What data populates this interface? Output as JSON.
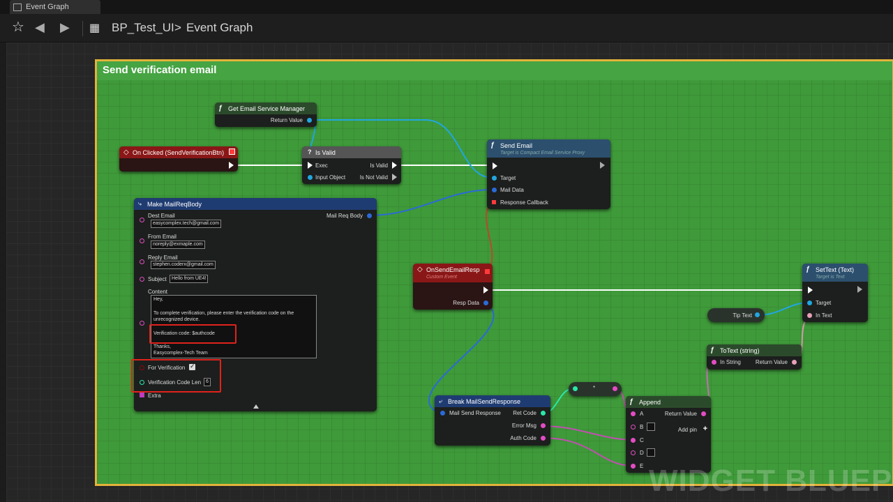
{
  "tab": {
    "label": "Event Graph"
  },
  "breadcrumb": {
    "blueprint": "BP_Test_UI",
    "separator": ">",
    "graph": "Event Graph"
  },
  "comment": {
    "title": "Send verification email"
  },
  "nodes": {
    "get_email_service": {
      "title": "Get Email Service Manager",
      "return_value": "Return Value"
    },
    "on_clicked": {
      "title": "On Clicked (SendVerificationBtn)"
    },
    "is_valid": {
      "title": "Is Valid",
      "exec": "Exec",
      "input_object": "Input Object",
      "is_valid": "Is Valid",
      "is_not_valid": "Is Not Valid"
    },
    "send_email": {
      "title": "Send Email",
      "subtitle": "Target is Compact Email Service Proxy",
      "target": "Target",
      "mail_data": "Mail Data",
      "response_callback": "Response Callback"
    },
    "make_mail": {
      "title": "Make MailReqBody",
      "output": "Mail Req Body",
      "dest_label": "Dest Email",
      "dest_value": "easycomplex.tech@gmail.com",
      "from_label": "From Email",
      "from_value": "noreply@exmaple.com",
      "reply_label": "Reply Email",
      "reply_value": "stephen.coderx@gmail.com",
      "subject_label": "Subject",
      "subject_value": "Hello from UE4!",
      "content_label": "Content",
      "content_line1": "Hey,",
      "content_line2": "To complete verification, please enter the verification code on the",
      "content_line3": "unrecognized device.",
      "content_line4": "Verification code: $authcode",
      "content_line5": "Thanks,",
      "content_line6": "Easycomplex-Tech Team",
      "for_verification": "For Verification",
      "code_len_label": "Verification Code Len",
      "code_len_value": "6",
      "extra": "Extra"
    },
    "on_send_resp": {
      "title": "OnSendEmailResp",
      "subtitle": "Custom Event",
      "resp_data": "Resp Data"
    },
    "set_text": {
      "title": "SetText (Text)",
      "subtitle": "Target is Text",
      "target": "Target",
      "in_text": "In Text"
    },
    "tip_text": {
      "label": "Tip Text"
    },
    "to_text": {
      "title": "ToText (string)",
      "in_string": "In String",
      "return_value": "Return Value"
    },
    "break_mail": {
      "title": "Break MailSendResponse",
      "input": "Mail Send Response",
      "ret_code": "Ret Code",
      "error_msg": "Error Msg",
      "auth_code": "Auth Code"
    },
    "append": {
      "title": "Append",
      "a": "A",
      "b": "B",
      "c": "C",
      "d": "D",
      "e": "E",
      "return_value": "Return Value",
      "add_pin": "Add pin"
    },
    "reroute_op": {
      "label": "*"
    }
  },
  "watermark": "WIDGET BLUEP",
  "colors": {
    "exec": "#ffffff",
    "object": "#21a6e0",
    "string": "#e34cc4",
    "struct": "#2a6ad8",
    "bool": "#8a0b0b",
    "int": "#2ae8a8",
    "delegate": "#ff3b3b",
    "comment_fill": "#3f9a3a",
    "comment_border": "#e3b33a",
    "highlight": "#e0231c"
  }
}
